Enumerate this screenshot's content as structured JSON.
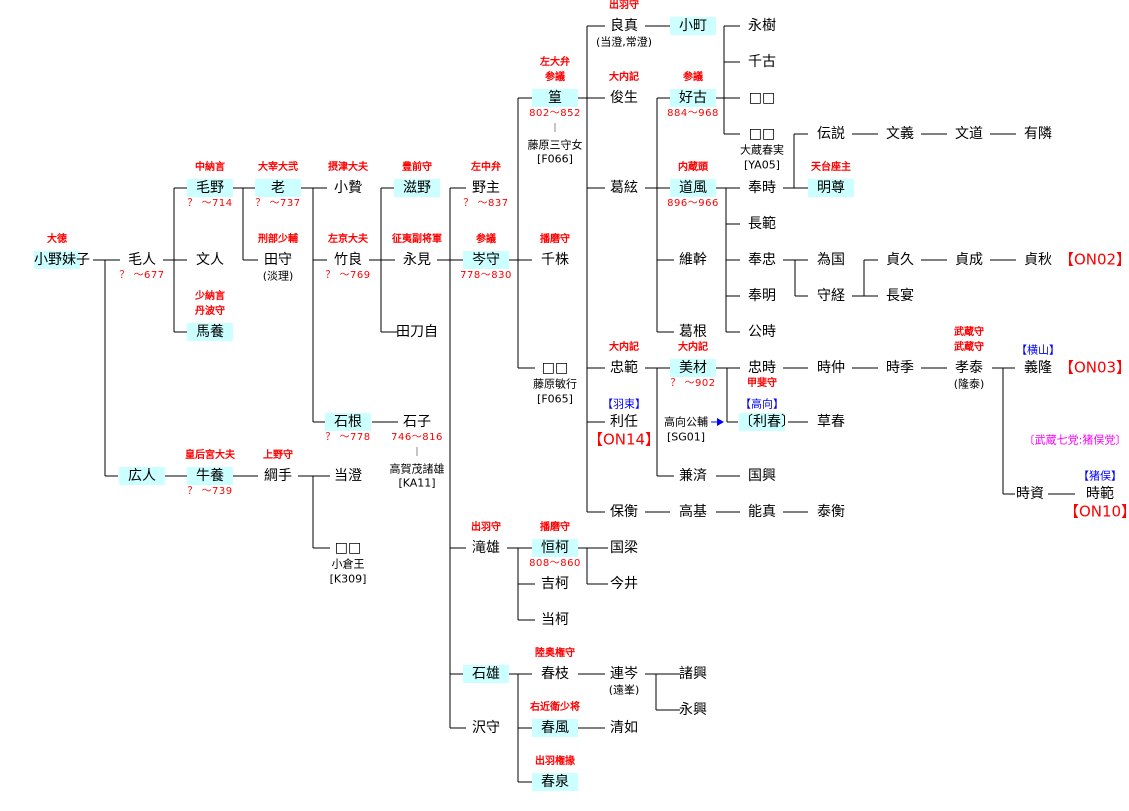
{
  "nodes": [
    {
      "name": "小野妹子",
      "hl": true,
      "titles": [
        "大徳"
      ]
    },
    {
      "name": "毛人",
      "date": "？ ～677"
    },
    {
      "name": "広人",
      "hl": true
    },
    {
      "name": "毛野",
      "hl": true,
      "titles": [
        "中納言"
      ],
      "date": "？ ～714"
    },
    {
      "name": "文人"
    },
    {
      "name": "馬養",
      "hl": true,
      "titles": [
        "少納言",
        "丹波守"
      ]
    },
    {
      "name": "牛養",
      "hl": true,
      "titles": [
        "皇后宮大夫"
      ],
      "date": "？ ～739"
    },
    {
      "name": "老",
      "hl": true,
      "titles": [
        "大宰大弐"
      ],
      "date": "？ ～737"
    },
    {
      "name": "田守",
      "titles": [
        "刑部少輔"
      ],
      "notes": [
        "(淡理)"
      ]
    },
    {
      "name": "綱手",
      "titles": [
        "上野守"
      ]
    },
    {
      "name": "小贄",
      "titles": [
        "摂津大夫"
      ]
    },
    {
      "name": "竹良",
      "titles": [
        "左京大夫"
      ],
      "date": "？ ～769"
    },
    {
      "name": "石根",
      "hl": true,
      "date": "？ ～778"
    },
    {
      "name": "当澄"
    },
    {
      "name": "□□",
      "notes": [
        "小倉王",
        "[K309]"
      ]
    },
    {
      "name": "滋野",
      "hl": true,
      "titles": [
        "豊前守"
      ]
    },
    {
      "name": "永見",
      "titles": [
        "征夷副将軍"
      ]
    },
    {
      "name": "田刀自"
    },
    {
      "name": "石子",
      "date": "746～816",
      "linked": [
        "高賀茂諸雄",
        "[KA11]"
      ]
    },
    {
      "name": "野主",
      "titles": [
        "左中弁"
      ],
      "date": "？ ～837"
    },
    {
      "name": "岑守",
      "hl": true,
      "titles": [
        "参議"
      ],
      "date": "778～830"
    },
    {
      "name": "滝雄",
      "titles": [
        "出羽守"
      ]
    },
    {
      "name": "石雄",
      "hl": true
    },
    {
      "name": "沢守"
    },
    {
      "name": "篁",
      "hl": true,
      "titles": [
        "左大弁",
        "参議"
      ],
      "date": "802～852",
      "linked": [
        "藤原三守女",
        "[F066]"
      ]
    },
    {
      "name": "千株",
      "titles": [
        "播磨守"
      ]
    },
    {
      "name": "□□",
      "notes": [
        "藤原敏行",
        "[F065]"
      ]
    },
    {
      "name": "恒柯",
      "hl": true,
      "titles": [
        "播磨守"
      ],
      "date": "808～860"
    },
    {
      "name": "吉柯"
    },
    {
      "name": "当柯"
    },
    {
      "name": "春枝",
      "titles": [
        "陸奥権守"
      ]
    },
    {
      "name": "春風",
      "hl": true,
      "titles": [
        "右近衛少将"
      ]
    },
    {
      "name": "春泉",
      "hl": true,
      "titles": [
        "出羽権掾"
      ]
    },
    {
      "name": "良真",
      "titles": [
        "出羽守"
      ],
      "notes": [
        "(当澄,常澄)"
      ]
    },
    {
      "name": "俊生",
      "titles": [
        "大内記"
      ]
    },
    {
      "name": "葛絃"
    },
    {
      "name": "忠範",
      "titles": [
        "大内記"
      ]
    },
    {
      "name": "利任",
      "clan": "【羽束】",
      "code": "【ON14】",
      "code_pos": "below"
    },
    {
      "name": "保衡"
    },
    {
      "name": "国梁"
    },
    {
      "name": "今井"
    },
    {
      "name": "連岑",
      "notes": [
        "(遠峯)"
      ]
    },
    {
      "name": "清如"
    },
    {
      "name": "小町",
      "hl": true
    },
    {
      "name": "好古",
      "hl": true,
      "titles": [
        "参議"
      ],
      "date": "884～968"
    },
    {
      "name": "道風",
      "hl": true,
      "titles": [
        "内蔵頭"
      ],
      "date": "896～966"
    },
    {
      "name": "維幹"
    },
    {
      "name": "葛根"
    },
    {
      "name": "美材",
      "hl": true,
      "titles": [
        "大内記"
      ],
      "date": "？ ～902"
    },
    {
      "name": "兼済"
    },
    {
      "name": "高基"
    },
    {
      "name": "諸興"
    },
    {
      "name": "永興"
    },
    {
      "name": "永樹"
    },
    {
      "name": "千古"
    },
    {
      "name": "□□"
    },
    {
      "name": "□□",
      "notes": [
        "大蔵春実",
        "[YA05]"
      ]
    },
    {
      "name": "奉時"
    },
    {
      "name": "長範"
    },
    {
      "name": "奉忠"
    },
    {
      "name": "奉明"
    },
    {
      "name": "公時"
    },
    {
      "name": "忠時"
    },
    {
      "name": "〔利春〕",
      "hl": true,
      "titles": [
        "甲斐守"
      ],
      "clan": "【高向】"
    },
    {
      "name": "国興"
    },
    {
      "name": "能真"
    },
    {
      "name": "伝説"
    },
    {
      "name": "明尊",
      "hl": true,
      "titles": [
        "天台座主"
      ]
    },
    {
      "name": "為国"
    },
    {
      "name": "守経"
    },
    {
      "name": "時仲"
    },
    {
      "name": "草春"
    },
    {
      "name": "泰衡"
    },
    {
      "name": "文義"
    },
    {
      "name": "貞久"
    },
    {
      "name": "長宴"
    },
    {
      "name": "時季"
    },
    {
      "name": "文道"
    },
    {
      "name": "貞成"
    },
    {
      "name": "孝泰",
      "titles": [
        "武蔵守",
        "武蔵守"
      ],
      "notes": [
        "(隆泰)"
      ]
    },
    {
      "name": "有隣"
    },
    {
      "name": "貞秋",
      "code": "【ON02】",
      "code_pos": "right"
    },
    {
      "name": "義隆",
      "clan": "【横山】",
      "code": "【ON03】",
      "code_pos": "right"
    },
    {
      "name": "時資"
    },
    {
      "name": "時範",
      "clan": "【猪俣】",
      "code": "【ON10】",
      "code_pos": "below"
    }
  ],
  "adoptive_source": {
    "name": "高向公輔",
    "code": "[SG01]"
  },
  "group_label": "〔武蔵七党:猪俣党〕",
  "colors": {
    "highlight": "#ccffff",
    "title": "#ff0000",
    "clan": "#0000ff",
    "group": "#ff00ff",
    "line": "#000000"
  }
}
